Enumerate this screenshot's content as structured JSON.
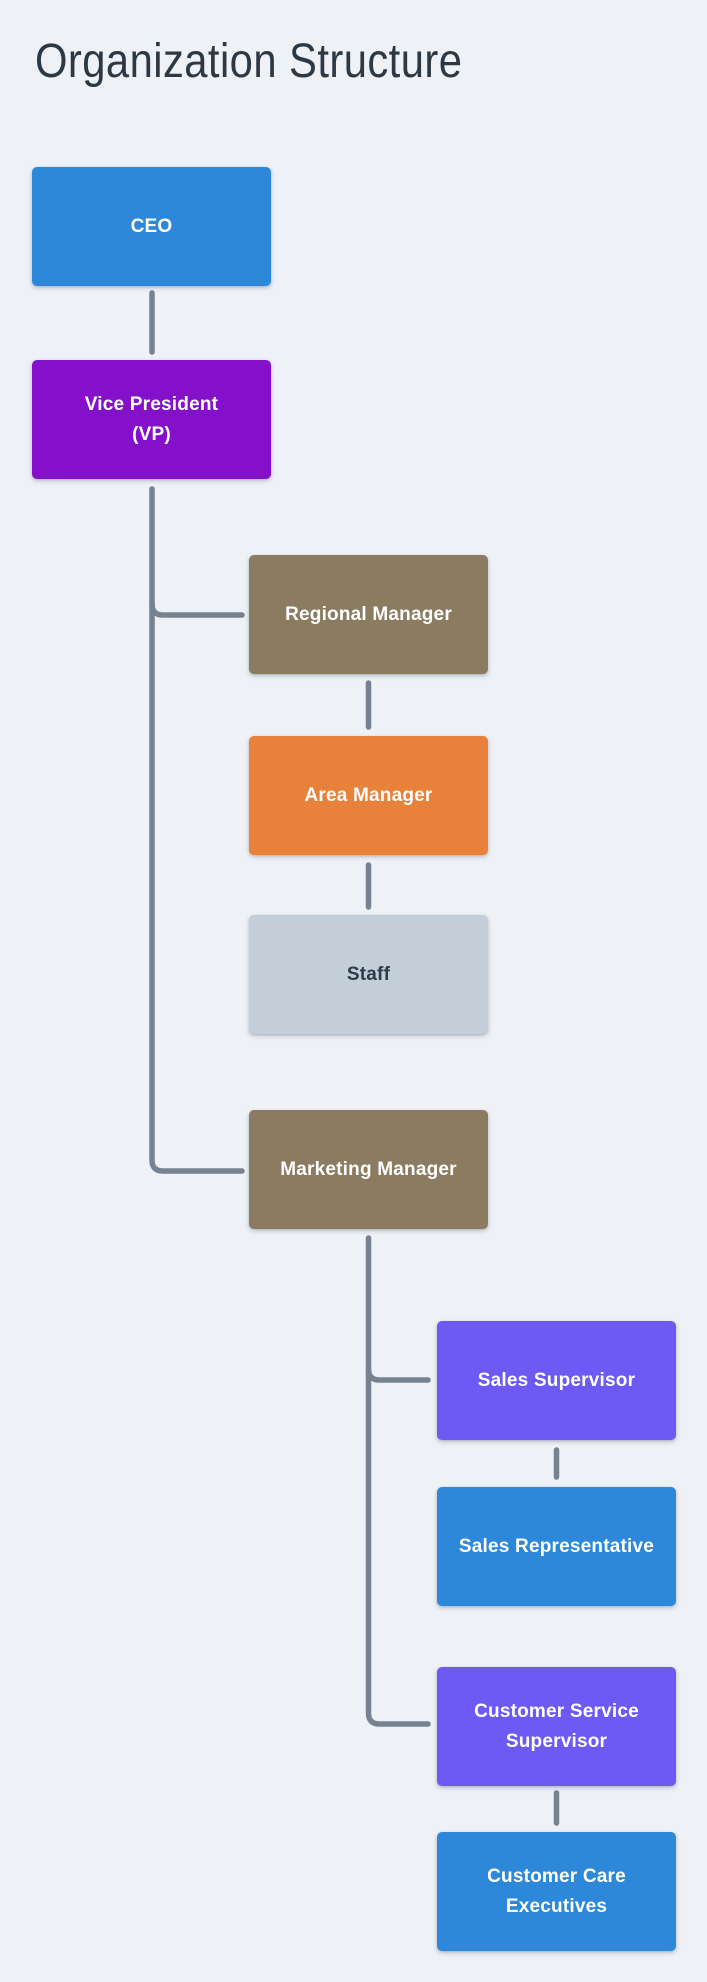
{
  "title": "Organization Structure",
  "colors": {
    "background": "#eef1f5",
    "connector": "#76828f",
    "title_text": "#2c3945",
    "box_text_light": "#ffffff",
    "box_text_dark": "#2e3b4a"
  },
  "nodes": [
    {
      "id": "ceo",
      "label": "CEO",
      "color": "#2e88d9",
      "text_tone": "light",
      "reports_to": null
    },
    {
      "id": "vp",
      "label": "Vice President\n(VP)",
      "color": "#8411c9",
      "text_tone": "light",
      "reports_to": "ceo"
    },
    {
      "id": "regional-manager",
      "label": "Regional Manager",
      "color": "#8b7b60",
      "text_tone": "light",
      "reports_to": "vp"
    },
    {
      "id": "area-manager",
      "label": "Area Manager",
      "color": "#e8813a",
      "text_tone": "light",
      "reports_to": "regional-manager"
    },
    {
      "id": "staff",
      "label": "Staff",
      "color": "#c4ced8",
      "text_tone": "dark",
      "reports_to": "area-manager"
    },
    {
      "id": "marketing-manager",
      "label": "Marketing Manager",
      "color": "#8b7b60",
      "text_tone": "light",
      "reports_to": "vp"
    },
    {
      "id": "sales-supervisor",
      "label": "Sales Supervisor",
      "color": "#6d59f3",
      "text_tone": "light",
      "reports_to": "marketing-manager"
    },
    {
      "id": "sales-representative",
      "label": "Sales Representative",
      "color": "#2e88d9",
      "text_tone": "light",
      "reports_to": "sales-supervisor"
    },
    {
      "id": "customer-service-supervisor",
      "label": "Customer Service\nSupervisor",
      "color": "#6d59f3",
      "text_tone": "light",
      "reports_to": "marketing-manager"
    },
    {
      "id": "customer-care-executives",
      "label": "Customer Care\nExecutives",
      "color": "#2e88d9",
      "text_tone": "light",
      "reports_to": "customer-service-supervisor"
    }
  ]
}
